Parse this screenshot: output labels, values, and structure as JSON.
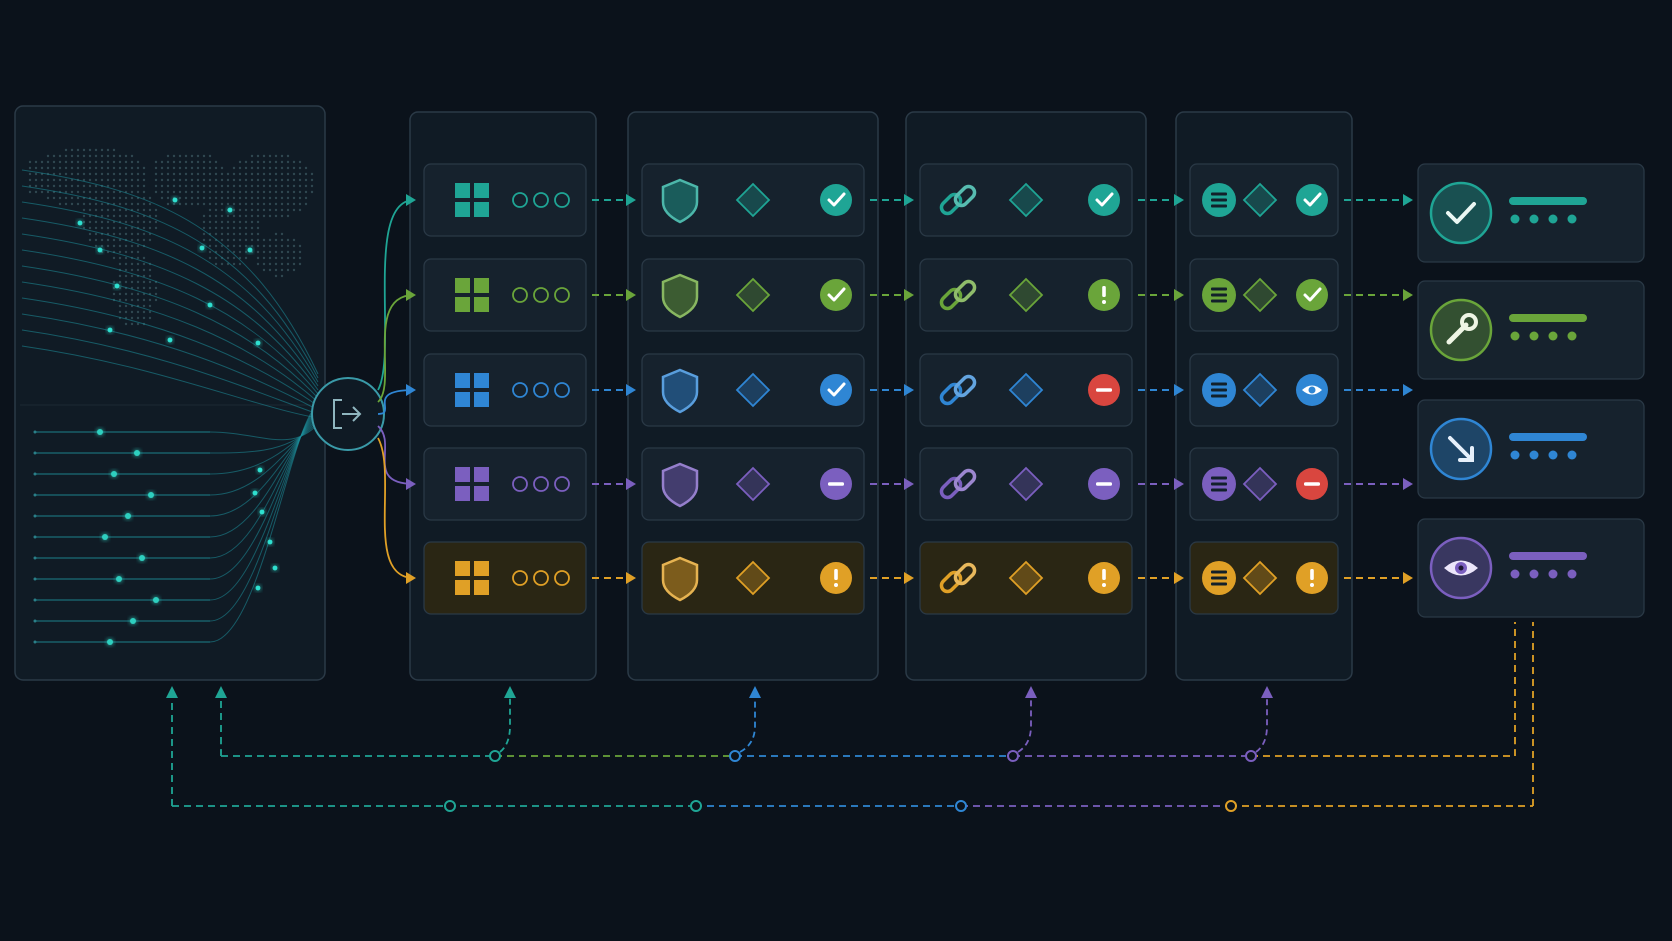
{
  "theme": {
    "background": "#0b121b",
    "panel_fill": "#101b25",
    "panel_stroke": "#2b3a47",
    "card_fill": "#16222d",
    "card_stroke": "#2a3946",
    "input_line": "#27b3c7",
    "hub_stroke": "#3a9aa8"
  },
  "source_panel": {
    "top_visual": "world-map-dot-grid",
    "bottom_visual": "parallel-signal-lines"
  },
  "hub": {
    "icon": "sign-in-arrow-icon"
  },
  "lanes": [
    {
      "key": "teal",
      "color": "#1fa595",
      "stages": [
        {
          "icon": "windows-grid-icon",
          "dots": 3
        },
        {
          "icon": "shield-icon",
          "mid": "diamond-icon",
          "status": "check"
        },
        {
          "icon": "link-icon",
          "mid": "diamond-icon",
          "status": "check"
        },
        {
          "icon": "list-icon",
          "mid": "diamond-icon",
          "status": "check"
        }
      ],
      "output": {
        "icon": "check-icon",
        "dots": 4
      }
    },
    {
      "key": "green",
      "color": "#6aa53a",
      "stages": [
        {
          "icon": "windows-grid-icon",
          "dots": 3
        },
        {
          "icon": "shield-icon",
          "mid": "diamond-icon",
          "status": "check"
        },
        {
          "icon": "link-icon",
          "mid": "diamond-icon",
          "status": "alert"
        },
        {
          "icon": "list-icon",
          "mid": "diamond-icon",
          "status": "check"
        }
      ],
      "output": {
        "icon": "wrench-icon",
        "dots": 4
      }
    },
    {
      "key": "blue",
      "color": "#2f86d4",
      "stages": [
        {
          "icon": "windows-grid-icon",
          "dots": 3
        },
        {
          "icon": "shield-icon",
          "mid": "diamond-icon",
          "status": "check"
        },
        {
          "icon": "link-icon",
          "mid": "diamond-icon",
          "status": "blocked-red"
        },
        {
          "icon": "list-icon",
          "mid": "diamond-icon",
          "status": "eye"
        }
      ],
      "output": {
        "icon": "arrow-down-right-icon",
        "dots": 4
      }
    },
    {
      "key": "purple",
      "color": "#7b5fbf",
      "stages": [
        {
          "icon": "windows-grid-icon",
          "dots": 3
        },
        {
          "icon": "shield-icon",
          "mid": "diamond-icon",
          "status": "blocked"
        },
        {
          "icon": "link-icon",
          "mid": "diamond-icon",
          "status": "blocked"
        },
        {
          "icon": "list-icon",
          "mid": "diamond-icon",
          "status": "blocked-red"
        }
      ],
      "output": {
        "icon": "eye-icon",
        "dots": 4
      }
    },
    {
      "key": "orange",
      "color": "#e0a026",
      "stages": [
        {
          "icon": "windows-grid-icon",
          "dots": 3
        },
        {
          "icon": "shield-icon",
          "mid": "diamond-icon",
          "status": "alert"
        },
        {
          "icon": "link-icon",
          "mid": "diamond-icon",
          "status": "alert"
        },
        {
          "icon": "list-icon",
          "mid": "diamond-icon",
          "status": "alert"
        }
      ],
      "output": null
    }
  ],
  "status_colors": {
    "red": "#d9463f"
  },
  "feedback_loops": [
    {
      "name": "inner-loop",
      "colors": [
        "#1fa595",
        "#6aa53a",
        "#2f86d4",
        "#7b5fbf",
        "#e0a026"
      ]
    },
    {
      "name": "outer-loop",
      "colors": [
        "#1fa595",
        "#2f86d4",
        "#7b5fbf",
        "#e0a026"
      ]
    }
  ]
}
